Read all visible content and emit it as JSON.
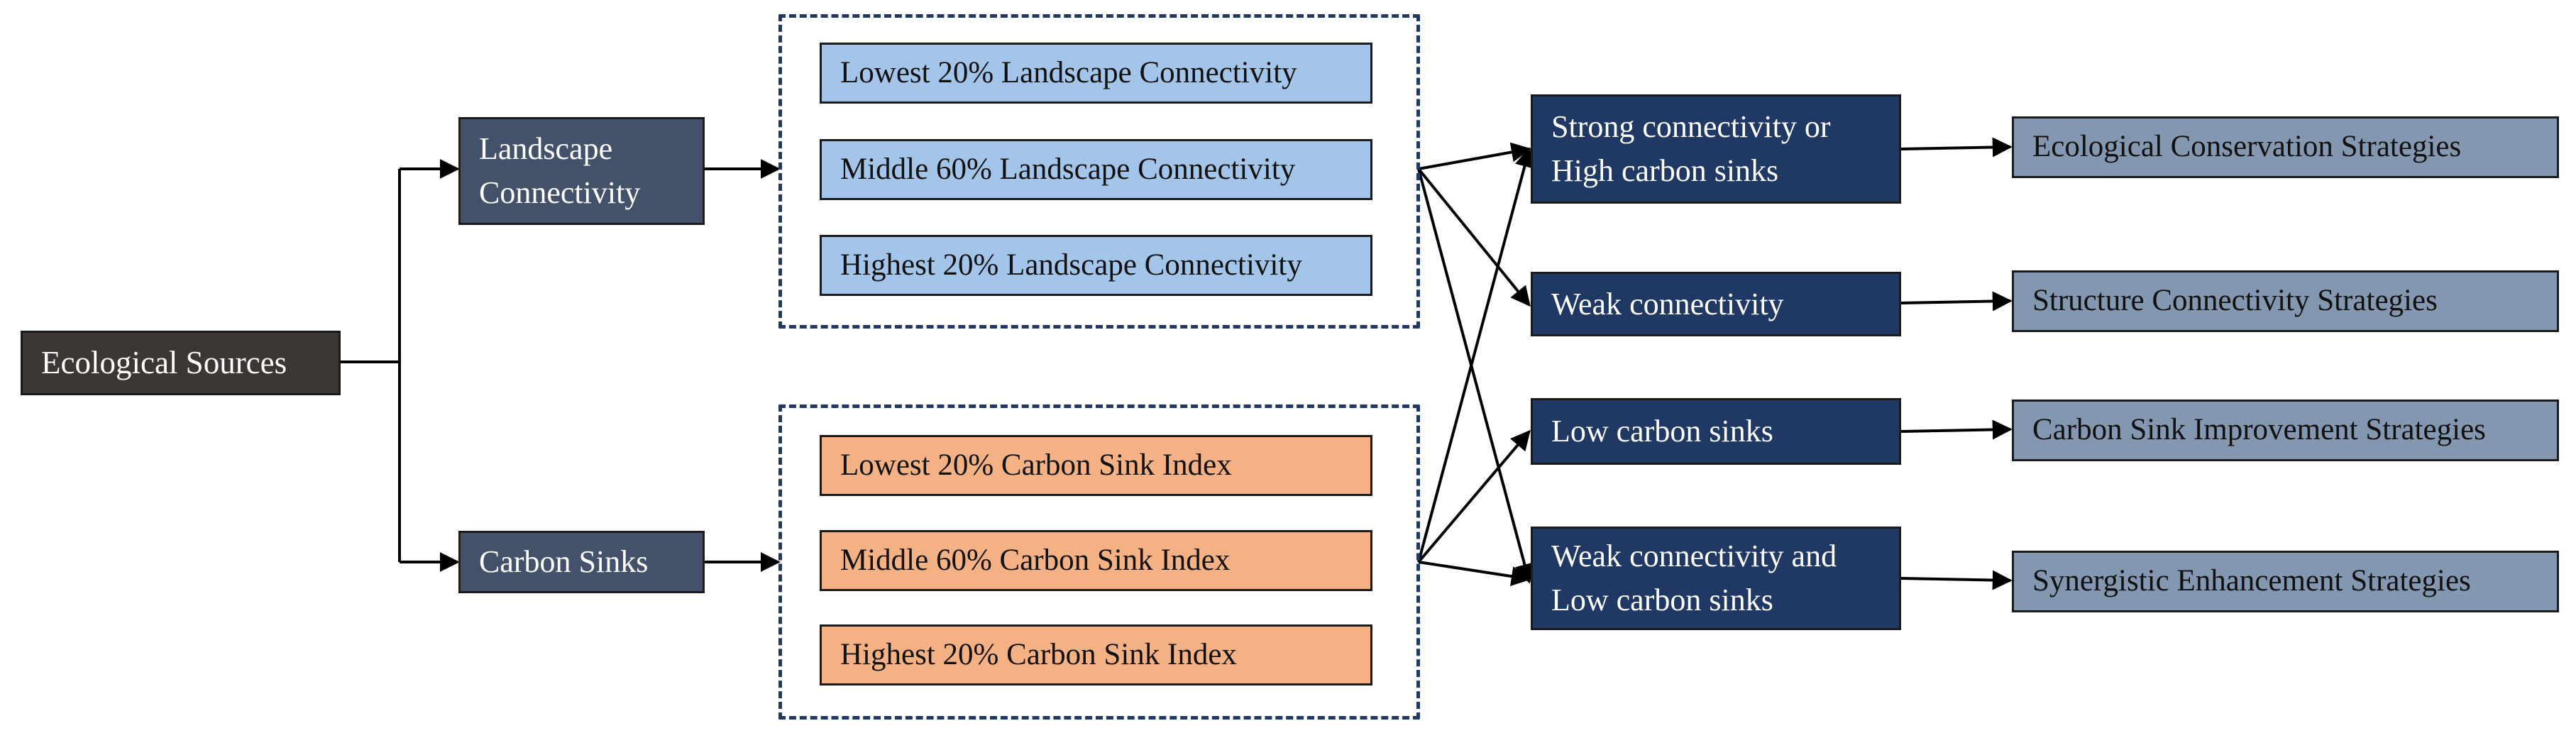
{
  "diagram": {
    "source": "Ecological Sources",
    "categories": {
      "connectivity": "Landscape Connectivity",
      "carbon": "Carbon Sinks"
    },
    "connectivity_levels": [
      "Lowest 20% Landscape Connectivity",
      "Middle 60% Landscape Connectivity",
      "Highest 20% Landscape Connectivity"
    ],
    "carbon_levels": [
      "Lowest 20% Carbon Sink Index",
      "Middle 60% Carbon Sink Index",
      "Highest 20% Carbon Sink Index"
    ],
    "classes": [
      "Strong connectivity or High carbon sinks",
      "Weak connectivity",
      "Low carbon sinks",
      "Weak connectivity and Low carbon sinks"
    ],
    "strategies": [
      "Ecological Conservation Strategies",
      "Structure Connectivity Strategies",
      "Carbon Sink Improvement Strategies",
      "Synergistic Enhancement Strategies"
    ]
  },
  "colors": {
    "source_fill": "#3c3734",
    "category_fill": "#43526a",
    "connectivity_fill": "#a3c5ea",
    "carbon_fill": "#f4b183",
    "class_fill": "#203864",
    "strategy_fill": "#8497b0",
    "group_border": "#203864",
    "arrow": "#000000"
  }
}
